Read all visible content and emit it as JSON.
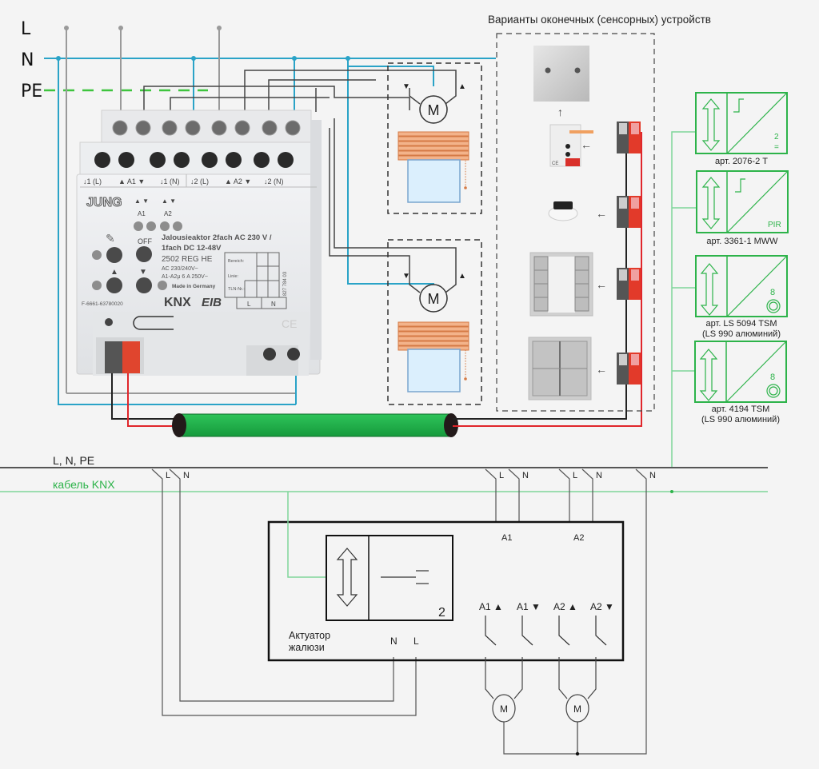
{
  "bus_labels": {
    "L": "L",
    "N": "N",
    "PE": "PE"
  },
  "header": {
    "variants_title": "Варианты оконечных (сенсорных) устройств"
  },
  "actuator_device": {
    "brand": "JUNG",
    "terminal_labels": [
      "↓1 (L)",
      "▲ A1 ▼",
      "↓1 (N)",
      "↓2 (L)",
      "▲ A2 ▼",
      "↓2 (N)"
    ],
    "channel_labels": [
      "A1",
      "A2"
    ],
    "button_labels": {
      "off": "OFF",
      "up": "▲",
      "down": "▼"
    },
    "name_line1": "Jalousieaktor 2fach AC 230 V /",
    "name_line2": "1fach DC 12-48V",
    "model": "2502 REG HE",
    "spec1": "AC 230/240V~",
    "spec2": "A1-A2μ 6 A 250V~",
    "made_in": "Made in Germany",
    "serial": "F-6661-63780020",
    "side_code": "827 784 03",
    "table_labels": [
      "Bereich:",
      "Linie:",
      "TLN-Nr.:"
    ],
    "bottom_terms": [
      "L",
      "N"
    ],
    "knx_logo": "KNX",
    "eib_logo": "EIB",
    "ce_mark": "CE"
  },
  "motor_label": "M",
  "sensor_symbols": [
    {
      "symbol_text": "2\n=",
      "caption": "арт. 2076-2 T",
      "caption2": ""
    },
    {
      "symbol_text": "PIR",
      "caption": "арт. 3361-1 MWW",
      "caption2": ""
    },
    {
      "symbol_text": "8",
      "caption": "арт. LS 5094 TSM",
      "caption2": "(LS 990 алюминий)"
    },
    {
      "symbol_text": "8",
      "caption": "арт. 4194 TSM",
      "caption2": "(LS 990 алюминий)"
    }
  ],
  "schematic": {
    "power_label": "L, N, PE",
    "knx_label": "кабель KNX",
    "taps": [
      "L",
      "N",
      "L",
      "N",
      "L",
      "N",
      "N"
    ],
    "channel_labels": [
      "A1",
      "A2"
    ],
    "actuator_number": "2",
    "actuator_title_line1": "Актуатор",
    "actuator_title_line2": "жалюзи",
    "terminal_n": "N",
    "terminal_l": "L",
    "contacts": [
      "A1 ▲",
      "A1 ▼",
      "A2 ▲",
      "A2 ▼"
    ],
    "motors": [
      "M",
      "M"
    ]
  },
  "colors": {
    "L": "#9a9a9a",
    "N": "#2aa3c7",
    "PE_green": "#3ec43e",
    "PE_yellow": "#f2ee2e",
    "knx_green": "#22b04c",
    "knx_line": "#7fd59a",
    "wire_red": "#e0262b",
    "wire_black": "#222222",
    "symbol_green": "#2db34a"
  }
}
